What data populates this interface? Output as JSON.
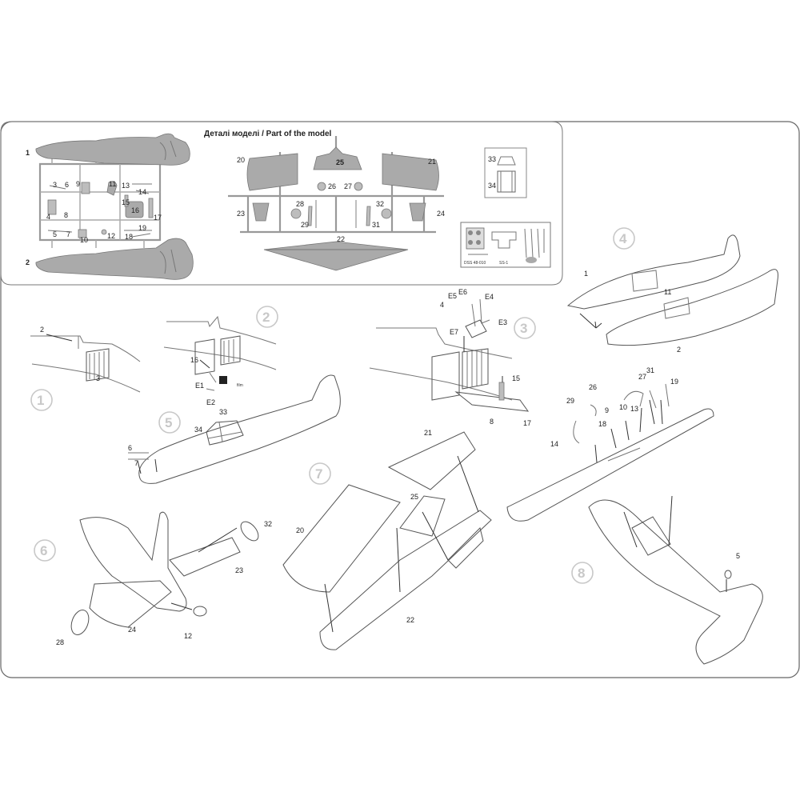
{
  "header": {
    "title": "Деталі моделі / Part of the model"
  },
  "sprue_labels": {
    "p1": "1",
    "p2": "2",
    "p3": "3",
    "p4": "4",
    "p5": "5",
    "p6": "6",
    "p7": "7",
    "p8": "8",
    "p9": "9",
    "p10": "10",
    "p11": "11",
    "p12": "12",
    "p13": "13",
    "p14": "14",
    "p15": "15",
    "p16": "16",
    "p17": "17",
    "p18": "18",
    "p19": "19",
    "p20": "20",
    "p21": "21",
    "p22": "22",
    "p23": "23",
    "p24": "24",
    "p25": "25",
    "p26": "26",
    "p27": "27",
    "p28": "28",
    "p29": "29",
    "p31": "31",
    "p32": "32",
    "p33": "33",
    "p34": "34"
  },
  "pe_fret": {
    "code1": "DSS 48-010",
    "code2": "SS-1"
  },
  "steps": {
    "s1": "1",
    "s2": "2",
    "s3": "3",
    "s4": "4",
    "s5": "5",
    "s6": "6",
    "s7": "7",
    "s8": "8"
  },
  "step1": {
    "a": "2",
    "b": "3"
  },
  "step2": {
    "a": "16",
    "b": "E1",
    "c": "E2",
    "film": "film"
  },
  "step3": {
    "a": "E5",
    "b": "E6",
    "c": "E4",
    "d": "4",
    "e": "E3",
    "f": "E7",
    "g": "15",
    "h": "8",
    "i": "17"
  },
  "step4": {
    "a": "1",
    "b": "11",
    "c": "2"
  },
  "step5": {
    "a": "33",
    "b": "34",
    "c": "6",
    "d": "7"
  },
  "step6": {
    "a": "32",
    "b": "23",
    "c": "24",
    "d": "12",
    "e": "28"
  },
  "step7": {
    "a": "21",
    "b": "25",
    "c": "20",
    "d": "22"
  },
  "step8": {
    "a": "27",
    "b": "31",
    "c": "19",
    "d": "26",
    "e": "29",
    "f": "9",
    "g": "18",
    "h": "10",
    "i": "13",
    "j": "14",
    "k": "5"
  }
}
